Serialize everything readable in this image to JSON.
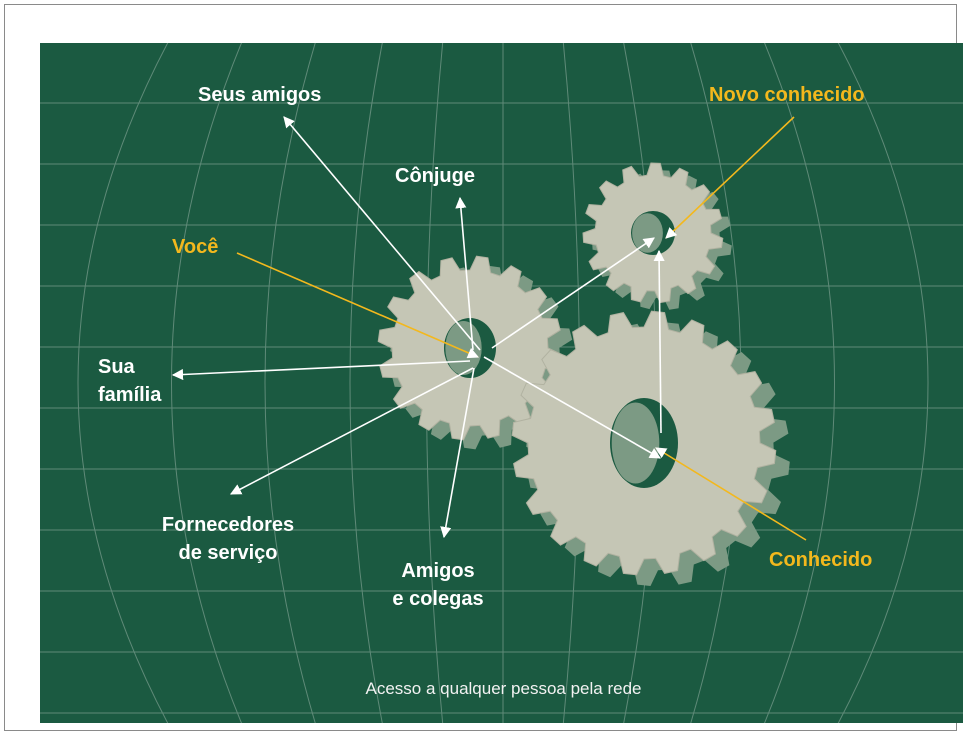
{
  "labels": {
    "seus_amigos": "Seus amigos",
    "novo_conhecido": "Novo conhecido",
    "conjuge": "Cônjuge",
    "voce": "Você",
    "sua_familia_1": "Sua",
    "sua_familia_2": "família",
    "fornecedores_1": "Fornecedores",
    "fornecedores_2": "de serviço",
    "amigos_colegas_1": "Amigos",
    "amigos_colegas_2": "e colegas",
    "conhecido": "Conhecido"
  },
  "footer": "Acesso a qualquer pessoa pela rede",
  "colors": {
    "background": "#1b5a41",
    "grid": "#5f8a78",
    "gear_face": "#c5c6b5",
    "gear_side": "#7c9a84",
    "arrow_white": "#ffffff",
    "arrow_yellow": "#f3b81d"
  }
}
